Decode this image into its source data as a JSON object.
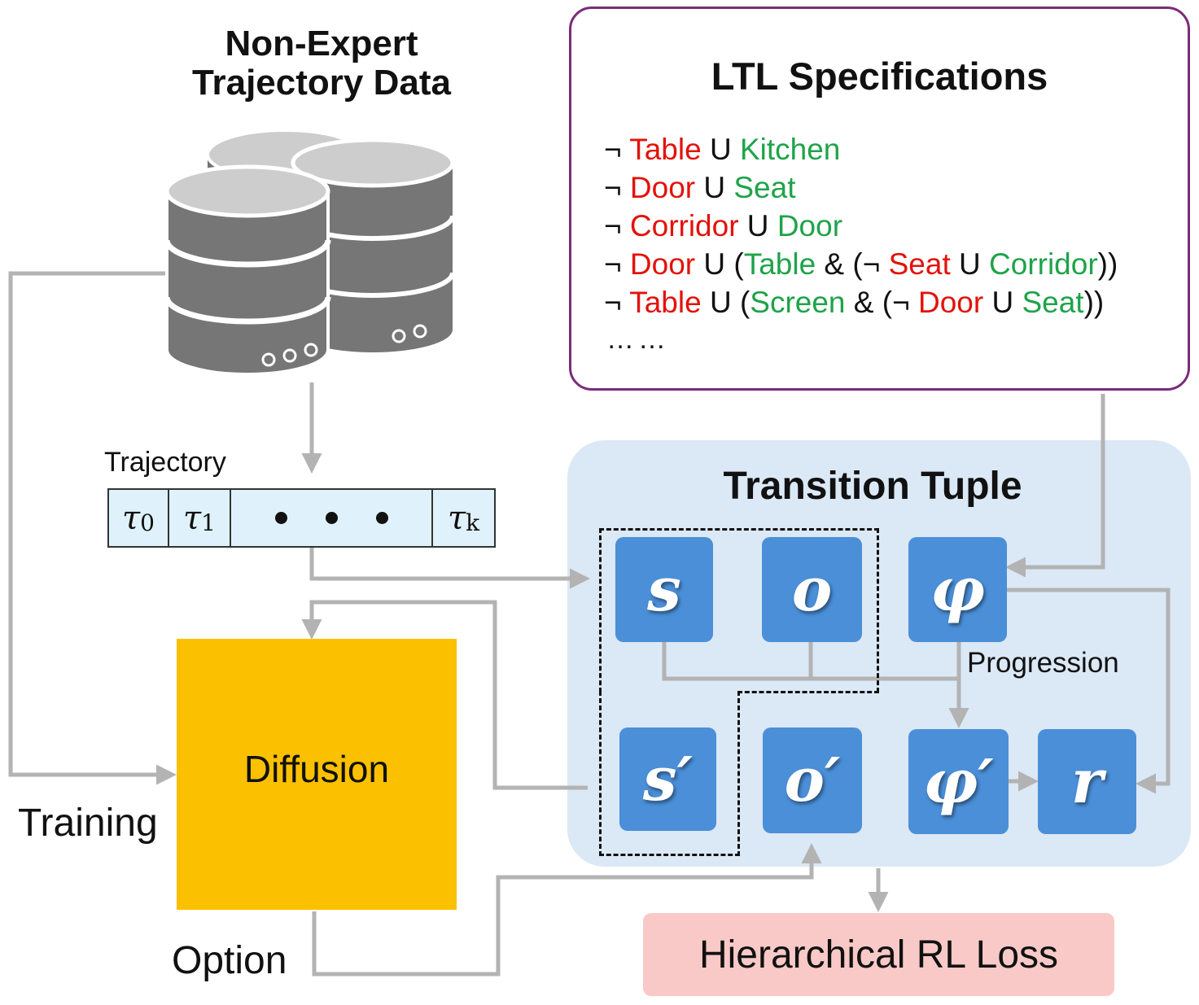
{
  "database": {
    "title_line1": "Non-Expert",
    "title_line2": "Trajectory Data"
  },
  "ltl": {
    "title": "LTL Specifications",
    "lines": [
      [
        {
          "t": "¬ ",
          "c": "blk"
        },
        {
          "t": "Table",
          "c": "red"
        },
        {
          "t": " U ",
          "c": "blk"
        },
        {
          "t": "Kitchen",
          "c": "green"
        }
      ],
      [
        {
          "t": "¬ ",
          "c": "blk"
        },
        {
          "t": "Door",
          "c": "red"
        },
        {
          "t": " U ",
          "c": "blk"
        },
        {
          "t": "Seat",
          "c": "green"
        }
      ],
      [
        {
          "t": "¬ ",
          "c": "blk"
        },
        {
          "t": "Corridor",
          "c": "red"
        },
        {
          "t": " U ",
          "c": "blk"
        },
        {
          "t": "Door",
          "c": "green"
        }
      ],
      [
        {
          "t": "¬ ",
          "c": "blk"
        },
        {
          "t": "Door",
          "c": "red"
        },
        {
          "t": " U (",
          "c": "blk"
        },
        {
          "t": "Table",
          "c": "green"
        },
        {
          "t": " & (¬ ",
          "c": "blk"
        },
        {
          "t": "Seat",
          "c": "red"
        },
        {
          "t": " U ",
          "c": "blk"
        },
        {
          "t": "Corridor",
          "c": "green"
        },
        {
          "t": "))",
          "c": "blk"
        }
      ],
      [
        {
          "t": "¬ ",
          "c": "blk"
        },
        {
          "t": "Table",
          "c": "red"
        },
        {
          "t": " U (",
          "c": "blk"
        },
        {
          "t": "Screen",
          "c": "green"
        },
        {
          "t": " & (¬ ",
          "c": "blk"
        },
        {
          "t": "Door",
          "c": "red"
        },
        {
          "t": " U ",
          "c": "blk"
        },
        {
          "t": "Seat",
          "c": "green"
        },
        {
          "t": "))",
          "c": "blk"
        }
      ]
    ],
    "more": "……",
    "colors": {
      "red": "#e3120b",
      "green": "#1fa34a",
      "border": "#7b2c78"
    }
  },
  "trajectory": {
    "label": "Trajectory",
    "cells": [
      {
        "sym": "τ",
        "sub": "0"
      },
      {
        "sym": "τ",
        "sub": "1"
      },
      {
        "sym": "τ",
        "sub": "k"
      }
    ]
  },
  "transition": {
    "title": "Transition Tuple",
    "symbols": {
      "s": "s",
      "o": "o",
      "phi": "φ",
      "s_prime": "s′",
      "o_prime": "o′",
      "phi_prime": "φ′",
      "r": "r"
    },
    "progression_label": "Progression",
    "colors": {
      "panel": "#dbe8f6",
      "tile": "#4b8fd8"
    }
  },
  "diffusion": {
    "label": "Diffusion",
    "color": "#fbc000"
  },
  "training_label": "Training",
  "option_label": "Option",
  "loss": {
    "label": "Hierarchical RL Loss",
    "color": "#f8c9c7"
  },
  "arrow_color": "#b3b3b3"
}
